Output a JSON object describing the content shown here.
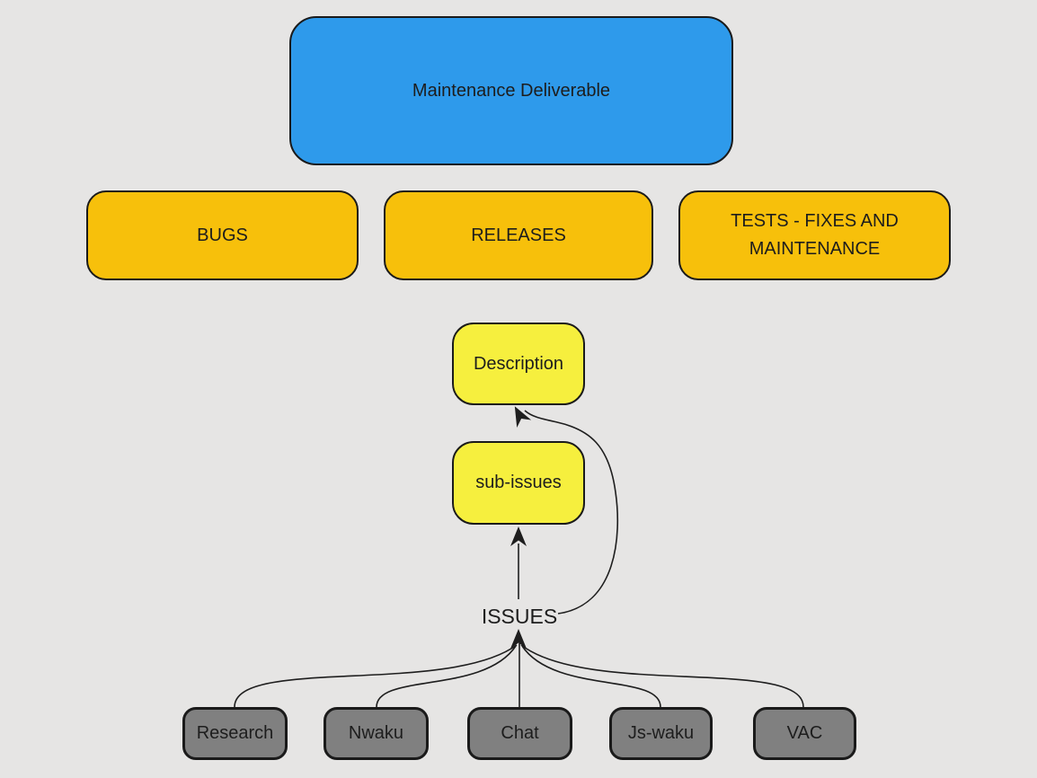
{
  "canvas": {
    "background_color": "#e6e5e4",
    "stroke_color": "#1e1e1e",
    "text_color": "#1d1d1d"
  },
  "nodes": {
    "root": {
      "label": "Maintenance Deliverable",
      "fill": "#2e9aeb"
    },
    "categories": [
      {
        "label": "BUGS",
        "fill": "#f7c00b"
      },
      {
        "label": "RELEASES",
        "fill": "#f7c00b"
      },
      {
        "label": "TESTS - FIXES AND MAINTENANCE",
        "fill": "#f7c00b"
      }
    ],
    "description": {
      "label": "Description",
      "fill": "#f6ef3e"
    },
    "sub_issues": {
      "label": "sub-issues",
      "fill": "#f6ef3e"
    },
    "issues_hub": {
      "label": "ISSUES"
    },
    "sources": [
      {
        "label": "Research",
        "fill": "#808080"
      },
      {
        "label": "Nwaku",
        "fill": "#808080"
      },
      {
        "label": "Chat",
        "fill": "#808080"
      },
      {
        "label": "Js-waku",
        "fill": "#808080"
      },
      {
        "label": "VAC",
        "fill": "#808080"
      }
    ]
  },
  "edges": [
    {
      "from": "ISSUES",
      "to": "sub-issues"
    },
    {
      "from": "ISSUES",
      "to": "Description"
    },
    {
      "from": "Research",
      "to": "ISSUES"
    },
    {
      "from": "Nwaku",
      "to": "ISSUES"
    },
    {
      "from": "Chat",
      "to": "ISSUES"
    },
    {
      "from": "Js-waku",
      "to": "ISSUES"
    },
    {
      "from": "VAC",
      "to": "ISSUES"
    }
  ]
}
